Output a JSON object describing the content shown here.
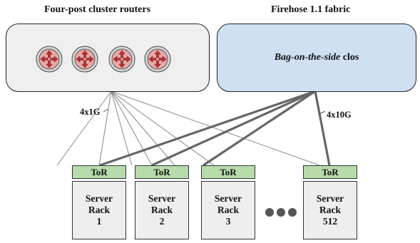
{
  "titles": {
    "left": "Four-post cluster routers",
    "right": "Firehose 1.1 fabric"
  },
  "fabric": {
    "label_italic": "Bag-on-the-side",
    "label_rest": " clos"
  },
  "links": {
    "router_link": "4x1G",
    "fabric_link": "4x10G"
  },
  "racks": [
    {
      "tor": "ToR",
      "line1": "Server",
      "line2": "Rack",
      "number": "1"
    },
    {
      "tor": "ToR",
      "line1": "Server",
      "line2": "Rack",
      "number": "2"
    },
    {
      "tor": "ToR",
      "line1": "Server",
      "line2": "Rack",
      "number": "3"
    },
    {
      "tor": "ToR",
      "line1": "Server",
      "line2": "Rack",
      "number": "512"
    }
  ],
  "colors": {
    "router_panel": "#efefef",
    "fabric_panel": "#cfe0f3",
    "router_icon": "#e8a8a8",
    "tor": "#b8dbab",
    "rack": "#eeeeee"
  }
}
